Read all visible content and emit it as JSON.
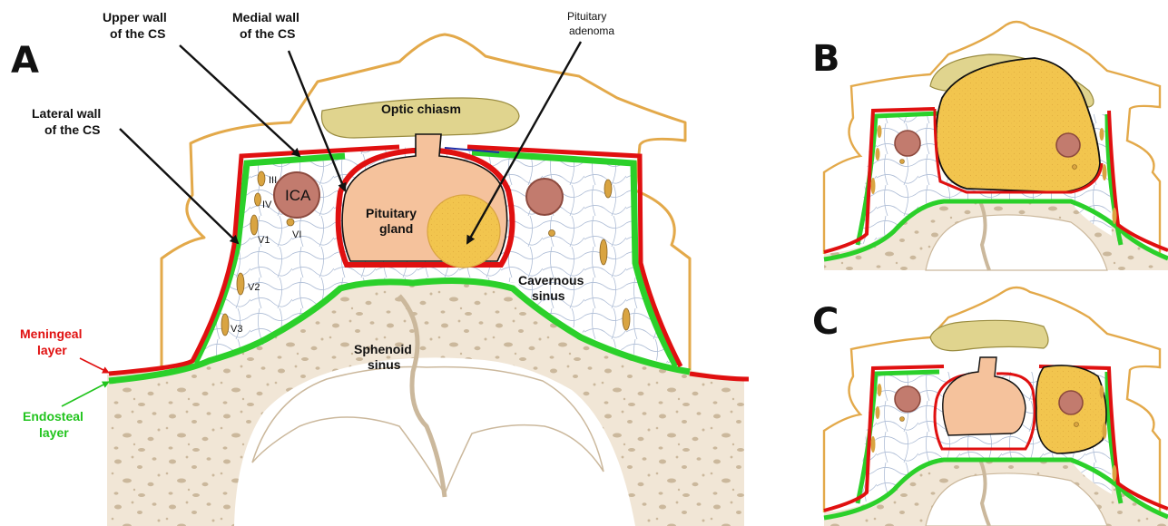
{
  "panels": {
    "a": "A",
    "b": "B",
    "c": "C"
  },
  "labels": {
    "upper_wall_1": "Upper wall",
    "upper_wall_2": "of the CS",
    "medial_wall_1": "Medial wall",
    "medial_wall_2": "of the CS",
    "adenoma_1": "Pituitary",
    "adenoma_2": "adenoma",
    "lateral_wall_1": "Lateral wall",
    "lateral_wall_2": "of the CS",
    "optic_chiasm": "Optic chiasm",
    "ica": "ICA",
    "gland_1": "Pituitary",
    "gland_2": "gland",
    "cavernous_1": "Cavernous",
    "cavernous_2": "sinus",
    "sphenoid_1": "Sphenoid",
    "sphenoid_2": "sinus",
    "meningeal_1": "Meningeal",
    "meningeal_2": "layer",
    "endosteal_1": "Endosteal",
    "endosteal_2": "layer"
  },
  "nerves": [
    "III",
    "IV",
    "V1",
    "VI",
    "V2",
    "V3"
  ],
  "colors": {
    "meningeal": "#e01010",
    "endosteal": "#2bd02a",
    "bone": "#f1e6d6",
    "bone_pore": "#cbb89c",
    "brain_outline": "#e3a94a",
    "chiasm": "#e0d48e",
    "gland": "#f5c29c",
    "adenoma": "#f2c54e",
    "ica": "#c27b6e",
    "nerve": "#d9a441",
    "web": "#aebdd6"
  }
}
